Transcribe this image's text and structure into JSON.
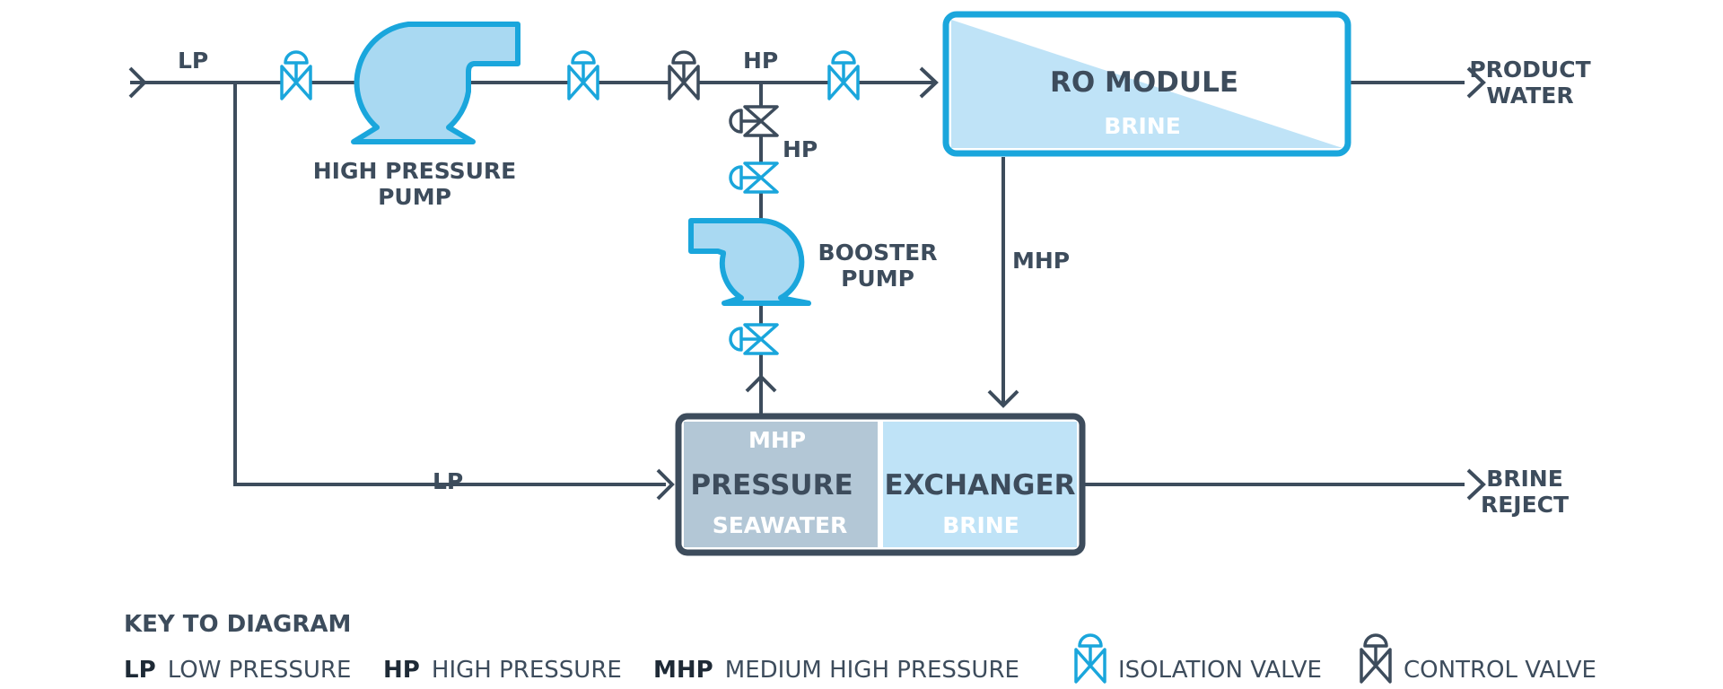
{
  "labels": {
    "lp_top": "LP",
    "lp_bottom": "LP",
    "hp_top": "HP",
    "hp_mid": "HP",
    "mhp_side": "MHP",
    "high_pressure_pump": [
      "HIGH PRESSURE",
      "PUMP"
    ],
    "booster_pump": [
      "BOOSTER",
      "PUMP"
    ],
    "product_water": [
      "PRODUCT",
      "WATER"
    ],
    "brine_reject": [
      "BRINE",
      "REJECT"
    ]
  },
  "ro_module": {
    "title": "RO MODULE",
    "sub": "BRINE"
  },
  "exchanger": {
    "left_top": "MHP",
    "left_title": "PRESSURE",
    "left_sub": "SEAWATER",
    "right_title": "EXCHANGER",
    "right_sub": "BRINE"
  },
  "key": {
    "title": "KEY TO DIAGRAM",
    "items": [
      {
        "abbr": "LP",
        "text": "LOW PRESSURE"
      },
      {
        "abbr": "HP",
        "text": "HIGH PRESSURE"
      },
      {
        "abbr": "MHP",
        "text": "MEDIUM HIGH PRESSURE"
      }
    ],
    "isolation_valve": "ISOLATION VALVE",
    "control_valve": "CONTROL VALVE"
  },
  "colors": {
    "line": "#3d4c5c",
    "accent_blue": "#1aa6dc",
    "light_blue": "#bfe3f7",
    "light_blue_fill": "#a9d9f2",
    "grey_blue": "#b3c7d6"
  }
}
